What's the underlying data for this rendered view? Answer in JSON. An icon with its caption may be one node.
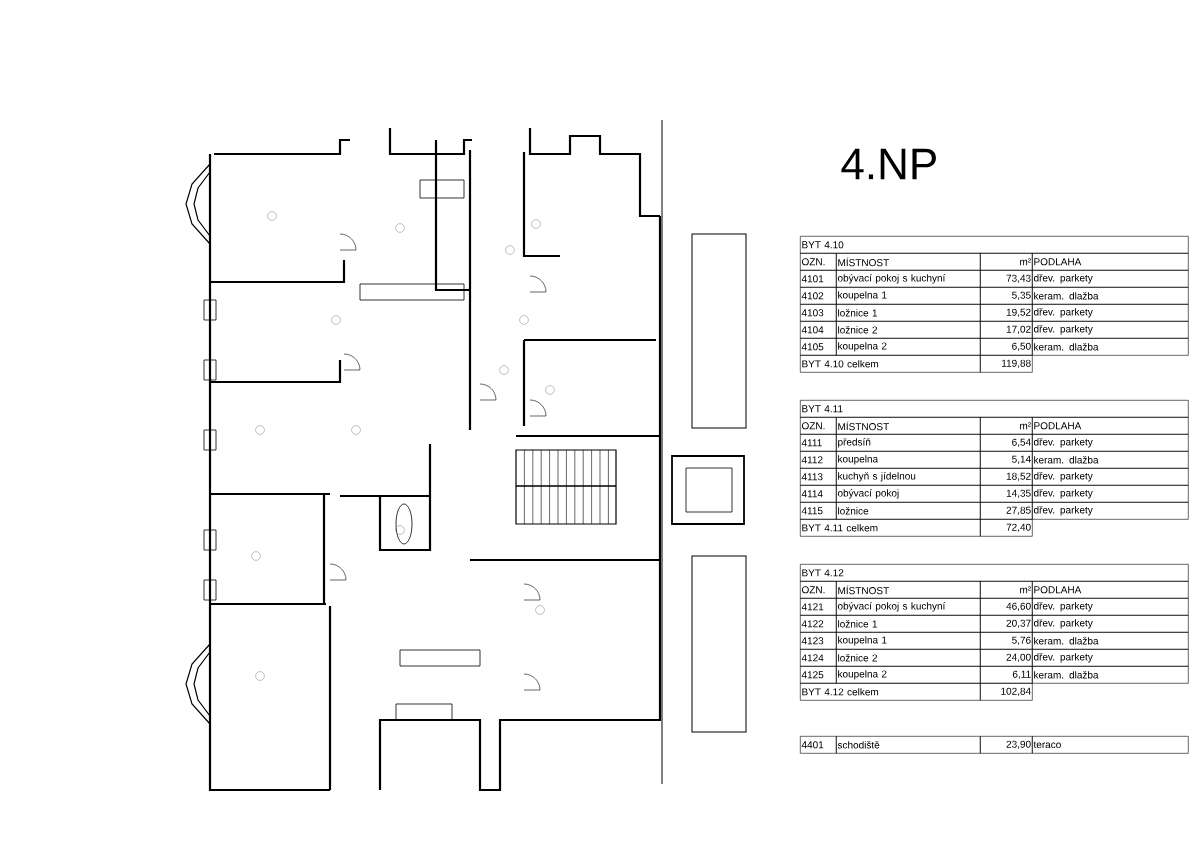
{
  "diagram": {
    "title": "4.NP",
    "labels": [
      "BYT 4.10",
      "OZN.",
      "MÍSTNOST",
      "m²",
      "PODLAHA",
      "4101",
      "obývací pokoj s kuchyní",
      "73,43",
      "dřev. parkety",
      "4102",
      "koupelna 1",
      "5,35",
      "keram. dlažba",
      "4103",
      "ložnice 1",
      "19,52",
      "dřev. parkety",
      "4104",
      "ložnice 2",
      "17,02",
      "dřev. parkety",
      "4105",
      "koupelna 2",
      "6,50",
      "keram. dlažba",
      "BYT 4.10 celkem",
      "119,88",
      "BYT 4.11",
      "OZN.",
      "MÍSTNOST",
      "m²",
      "PODLAHA",
      "4111",
      "předsíň",
      "6,54",
      "dřev. parkety",
      "4112",
      "koupelna",
      "5,14",
      "keram. dlažba",
      "4113",
      "kuchyň s jídelnou",
      "18,52",
      "dřev. parkety",
      "4114",
      "obývací pokoj",
      "14,35",
      "dřev. parkety",
      "4115",
      "ložnice",
      "27,85",
      "dřev. parkety",
      "BYT 4.11 celkem",
      "72,40",
      "BYT 4.12",
      "OZN.",
      "MÍSTNOST",
      "m²",
      "PODLAHA",
      "4121",
      "obývací pokoj s kuchyní",
      "46,60",
      "dřev. parkety",
      "4122",
      "ložnice 1",
      "20,37",
      "dřev. parkety",
      "4123",
      "koupelna 1",
      "5,76",
      "keram. dlažba",
      "4124",
      "ložnice 2",
      "24,00",
      "dřev. parkety",
      "4125",
      "koupelna 2",
      "6,11",
      "keram. dlažba",
      "BYT 4.12 celkem",
      "102,84",
      "4401",
      "schodiště",
      "23,90",
      "teraco"
    ]
  }
}
